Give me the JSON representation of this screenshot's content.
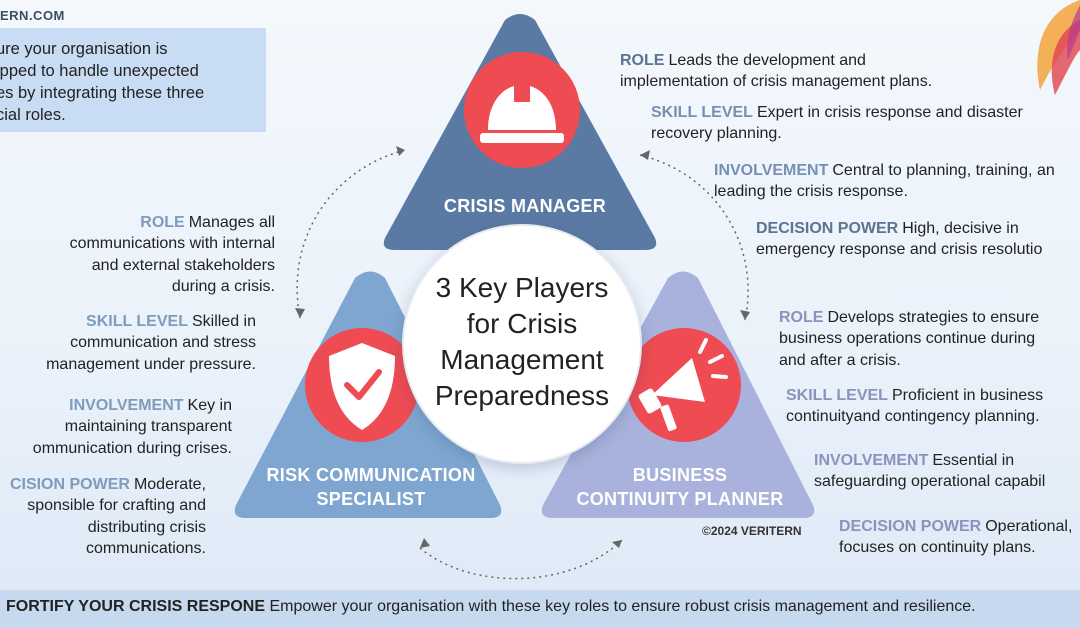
{
  "site": "ERN.COM",
  "intro": "ure your organisation is\nipped to handle unexpected\nes by integrating these three\ncial roles.",
  "center_title": "3 Key Players\nfor Crisis\nManagement\nPreparedness",
  "roles": {
    "top": {
      "label": "CRISIS MANAGER",
      "icon": "hard-hat-icon",
      "color": "#5a7aa3"
    },
    "left": {
      "label_line1": "RISK COMMUNICATION",
      "label_line2": "SPECIALIST",
      "icon": "shield-check-icon",
      "color": "#7ea6d0"
    },
    "right": {
      "label_line1": "BUSINESS",
      "label_line2": "CONTINUITY PLANNER",
      "icon": "megaphone-icon",
      "color": "#a8b2dc"
    }
  },
  "crisis_manager": {
    "role_key": "ROLE",
    "role": "Leads the development and\nimplementation of crisis management plans.",
    "skill_key": "SKILL LEVEL",
    "skill": "Expert in crisis response and disaster\nrecovery planning.",
    "involvement_key": "INVOLVEMENT",
    "involvement": "Central to planning, training, an\nleading the crisis response.",
    "decision_key": "DECISION POWER",
    "decision": "High, decisive in\nemergency response and crisis resolutio"
  },
  "risk_comm": {
    "role_key": "ROLE",
    "role": "Manages all\ncommunications with internal\nand external stakeholders\nduring a crisis.",
    "skill_key": "SKILL LEVEL",
    "skill": "Skilled in\ncommunication and stress\nmanagement under pressure.",
    "involvement_key": "INVOLVEMENT",
    "involvement": "Key in\nmaintaining transparent\nommunication during crises.",
    "decision_key": "CISION POWER",
    "decision": "Moderate,\nsponsible for crafting and\ndistributing crisis\ncommunications."
  },
  "business_cont": {
    "role_key": "ROLE",
    "role": "Develops strategies to ensure\nbusiness operations continue during\nand after a crisis.",
    "skill_key": "SKILL LEVEL",
    "skill": "Proficient in business\ncontinuityand contingency planning.",
    "involvement_key": "INVOLVEMENT",
    "involvement": "Essential in\nsafeguarding operational capabil",
    "decision_key": "DECISION POWER",
    "decision": "Operational,\nfocuses on continuity plans."
  },
  "copyright": "©2024 VERITERN",
  "footer": {
    "key": "FORTIFY YOUR CRISIS RESPONE",
    "text": "Empower your organisation with these key roles to ensure robust crisis management and resilience."
  }
}
